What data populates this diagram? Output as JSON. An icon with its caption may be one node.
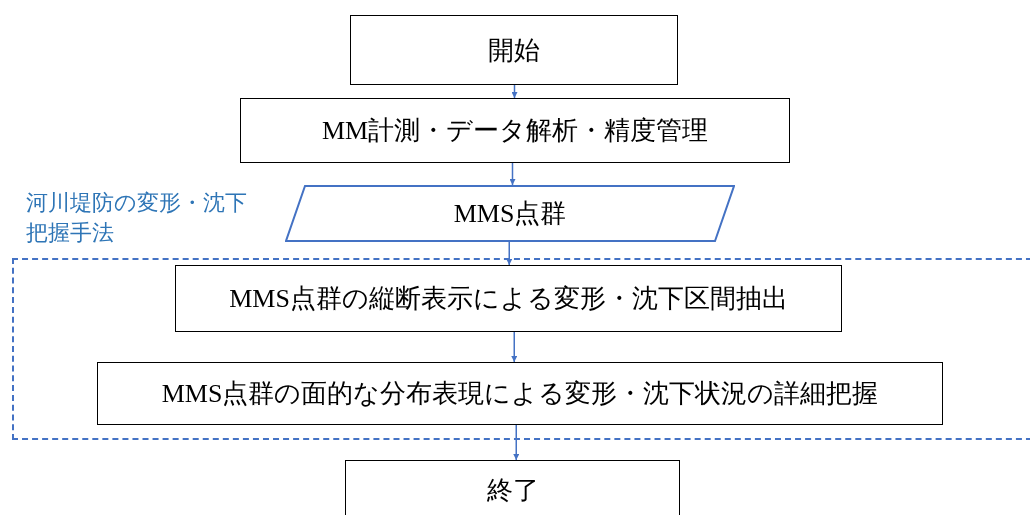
{
  "diagram": {
    "nodes": [
      {
        "text": [
          "開始"
        ]
      },
      {
        "text": [
          "MM計測・データ解析・精度管理"
        ]
      },
      {
        "text": [
          "MMS点群"
        ]
      },
      {
        "text": [
          "河川堤防の変形・沈下把握手法"
        ]
      },
      {
        "text": [
          "MMS点群の縦断表示による変形・沈下区間抽出"
        ],
        "in": 3
      },
      {
        "text": [
          "MMS点群の面的な分布表現による変形・沈下状況の詳細把握"
        ],
        "in": 3
      },
      {
        "text": [
          "終了"
        ]
      }
    ],
    "edges": [
      {
        "from": 0,
        "to": 1,
        "arrow": "to"
      },
      {
        "from": 1,
        "to": 2,
        "arrow": "to"
      },
      {
        "from": 2,
        "to": 4,
        "arrow": "to"
      },
      {
        "from": 4,
        "to": 5,
        "arrow": "to"
      },
      {
        "from": 5,
        "to": 6,
        "arrow": "to"
      }
    ]
  }
}
